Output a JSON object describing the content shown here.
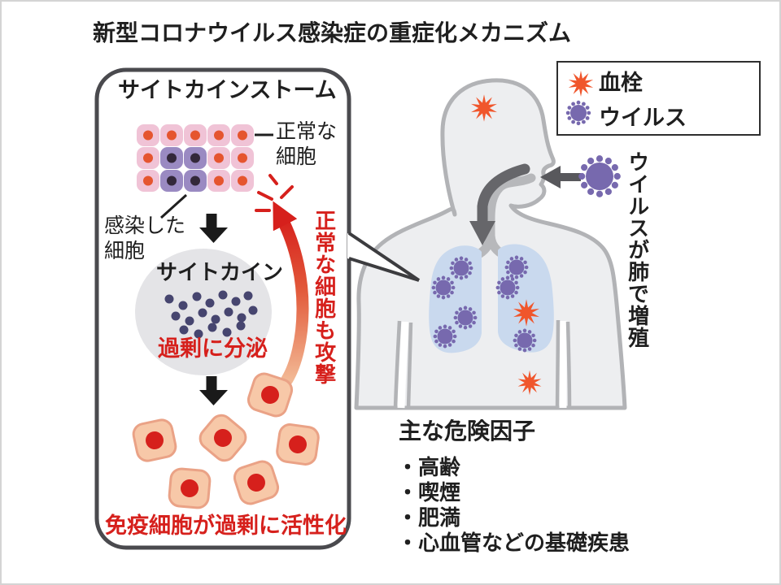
{
  "slide_title": "新型コロナウイルス感染症の重症化メカニズム",
  "cytokine_panel": {
    "title": "サイトカインストーム",
    "normal_cell_label": "正常な\n細胞",
    "infected_cell_label": "感染した\n細胞",
    "cytokine_label": "サイトカイン",
    "excess_secretion_label": "過剰に分泌",
    "immune_activation_label": "免疫細胞が過剰に活性化",
    "attack_normal_cells_label": "正常な細胞も攻撃"
  },
  "legend": {
    "items": [
      {
        "icon": "blood-clot-icon",
        "label": "血栓",
        "color": "#f0562c"
      },
      {
        "icon": "virus-icon",
        "label": "ウイルス",
        "color": "#7769ae"
      }
    ]
  },
  "body_diagram": {
    "virus_growth_label": "ウイルスが肺で増殖"
  },
  "risk_factors": {
    "title": "主な危険因子",
    "bullet": "・",
    "items": [
      "高齢",
      "喫煙",
      "肥満",
      "心血管などの基礎疾患"
    ]
  },
  "colors": {
    "red_accent": "#d6201c",
    "normal_cell_pink": "#f0c3d6",
    "infected_cell_purple": "#9a8ac2",
    "immune_cell_peach": "#f7c8a8",
    "lung_blue": "#c9d9ee",
    "virus_purple": "#7769ae",
    "clot_orange": "#f0562c",
    "body_gray": "#edeef0"
  }
}
